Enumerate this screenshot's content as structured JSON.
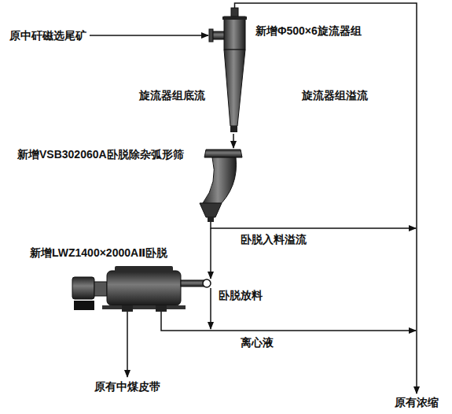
{
  "diagram": {
    "nodes": [
      {
        "text": [
          "原中矸磁选尾矿"
        ]
      },
      {
        "text": [
          "新增Φ500×6旋流器组"
        ]
      },
      {
        "text": [
          "新增VSB302060A卧脱除杂弧形筛"
        ]
      },
      {
        "text": [
          "新增LWZ1400×2000AⅡ卧脱"
        ]
      },
      {
        "text": [
          "原有中煤皮带"
        ]
      },
      {
        "text": [
          "原有浓缩"
        ]
      }
    ],
    "edges": [
      {
        "from": 0,
        "to": 1,
        "arrow": "to"
      },
      {
        "from": 1,
        "to": 2,
        "label": "旋流器组底流",
        "arrow": "to"
      },
      {
        "from": 1,
        "to": 5,
        "label": "旋流器组溢流",
        "arrow": "to"
      },
      {
        "from": 2,
        "to": 5,
        "label": "卧脱入料溢流",
        "arrow": "to"
      },
      {
        "from": 2,
        "to": 3,
        "arrow": "to"
      },
      {
        "from": 3,
        "to": 5,
        "label": "卧脱放料",
        "arrow": "to"
      },
      {
        "from": 3,
        "to": 5,
        "label": "离心液",
        "arrow": "to"
      },
      {
        "from": 3,
        "to": 4,
        "arrow": "to"
      }
    ]
  }
}
